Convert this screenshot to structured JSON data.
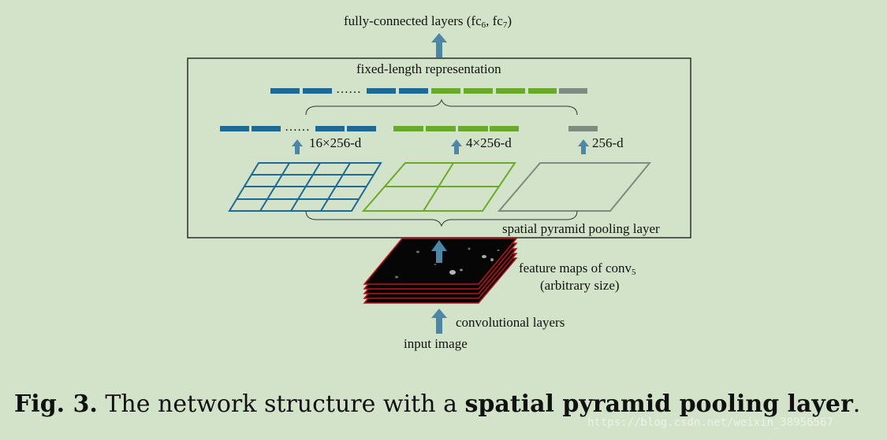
{
  "top_label": {
    "text": "fully-connected layers (fc",
    "sub1": "6",
    "mid": ", fc",
    "sub2": "7",
    "end": ")"
  },
  "fixed_length_label": "fixed-length representation",
  "dots": "……",
  "bin_labels": {
    "level16": "16×256-d",
    "level4": "4×256-d",
    "level1": "256-d"
  },
  "spp_label": "spatial pyramid pooling layer",
  "feature_maps_label": {
    "line1_prefix": "feature maps of conv",
    "line1_sub": "5",
    "line2": "(arbitrary size)"
  },
  "conv_label": "convolutional layers",
  "input_label": "input image",
  "caption": {
    "fig": "Fig. 3.",
    "text_before": " The network structure with a ",
    "bold": "spatial pyramid pooling layer",
    "text_after": "."
  },
  "watermark": "https://blog.csdn.net/weixin_38956567",
  "colors": {
    "background": "#d3e3c9",
    "blue": "#1f6a95",
    "green": "#6aaa2a",
    "gray": "#7f8a80",
    "arrow": "#4d87a8",
    "feature_map_edge": "#c0141b"
  }
}
